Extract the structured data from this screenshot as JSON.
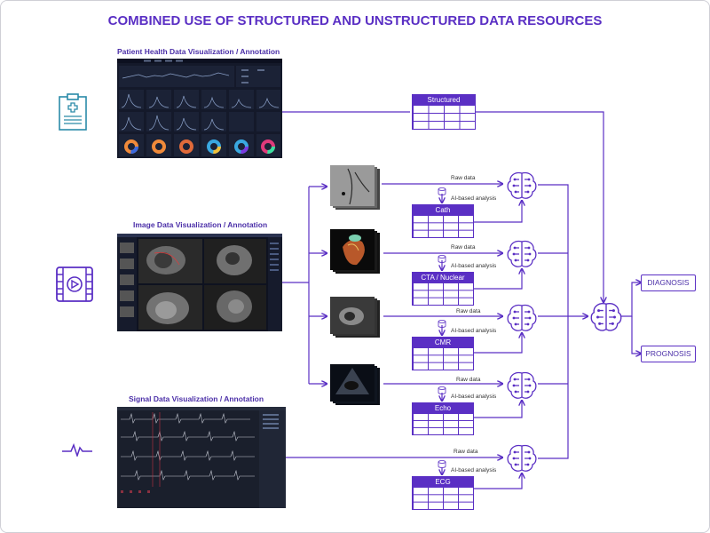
{
  "title": "COMBINED USE OF STRUCTURED AND UNSTRUCTURED DATA RESOURCES",
  "sections": {
    "patient": "Patient Health Data Visualization / Annotation",
    "image": "Image Data Visualization / Annotation",
    "signal": "Signal Data Visualization / Annotation"
  },
  "tables": {
    "structured": "Structured",
    "cath": "Cath",
    "cta": "CTA / Nuclear",
    "cmr": "CMR",
    "echo": "Echo",
    "ecg": "ECG"
  },
  "labels": {
    "raw_data": "Raw data",
    "ai_analysis": "AI-based analysis"
  },
  "outputs": {
    "diagnosis": "DIAGNOSIS",
    "prognosis": "PROGNOSIS"
  },
  "colors": {
    "accent": "#5a2fc4",
    "dashboard_bg": "#14192a"
  },
  "icons": [
    "clipboard-icon",
    "video-icon",
    "heartbeat-icon",
    "brain-icon",
    "database-icon"
  ]
}
